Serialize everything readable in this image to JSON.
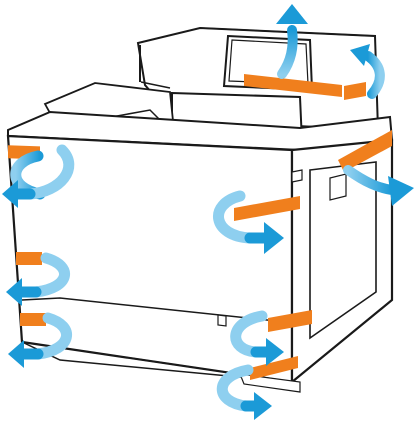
{
  "diagram": {
    "subject": "printer",
    "colors": {
      "outline": "#1a1a1a",
      "fill": "#ffffff",
      "tape": "#f07f1d",
      "arrow_light": "#8ecfef",
      "arrow_dark": "#1b9ad7"
    },
    "tape_strips": [
      "tape-front-upper-left",
      "tape-front-middle-left",
      "tape-front-lower-left",
      "tape-front-center",
      "tape-right-lower",
      "tape-bottom-right",
      "tape-right-upper",
      "tape-control-panel",
      "tape-scanner-lid"
    ],
    "arrows": [
      "arrow-top-up",
      "arrow-top-right-curve",
      "arrow-right-side",
      "arrow-left-upper",
      "arrow-left-middle",
      "arrow-left-lower",
      "arrow-center",
      "arrow-lower-center",
      "arrow-bottom"
    ]
  }
}
